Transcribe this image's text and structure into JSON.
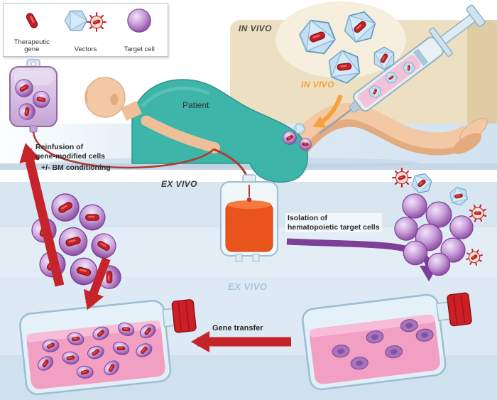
{
  "legend": {
    "therapeutic_gene": "Therapeutic\ngene",
    "vectors": "Vectors",
    "target_cell": "Target cell"
  },
  "labels": {
    "in_vivo_header": "IN VIVO",
    "in_vivo_site": "IN VIVO",
    "patient": "Patient",
    "ex_vivo_header": "EX VIVO",
    "ex_vivo_watermark": "EX VIVO",
    "reinfusion": "Reinfusion of\ngene-modified cells",
    "bm_conditioning": "+/- BM conditioning",
    "isolation": "Isolation of\nhematopoietic target cells",
    "gene_transfer": "Gene transfer"
  },
  "colors": {
    "therapeutic_gene": "#c22026",
    "vector_blue": "#c6def1",
    "target_cell_purple": "#9a5fae",
    "blood": "#e8541c",
    "culture_media": "#f19fc3",
    "arrow_red": "#c5242b",
    "arrow_purple": "#7d3f98",
    "arrow_orange": "#f5a23c",
    "in_vivo_zone": "#ecdfc2",
    "ex_vivo_zone": "#dde9f4",
    "patient_gown": "#3db5a9"
  }
}
